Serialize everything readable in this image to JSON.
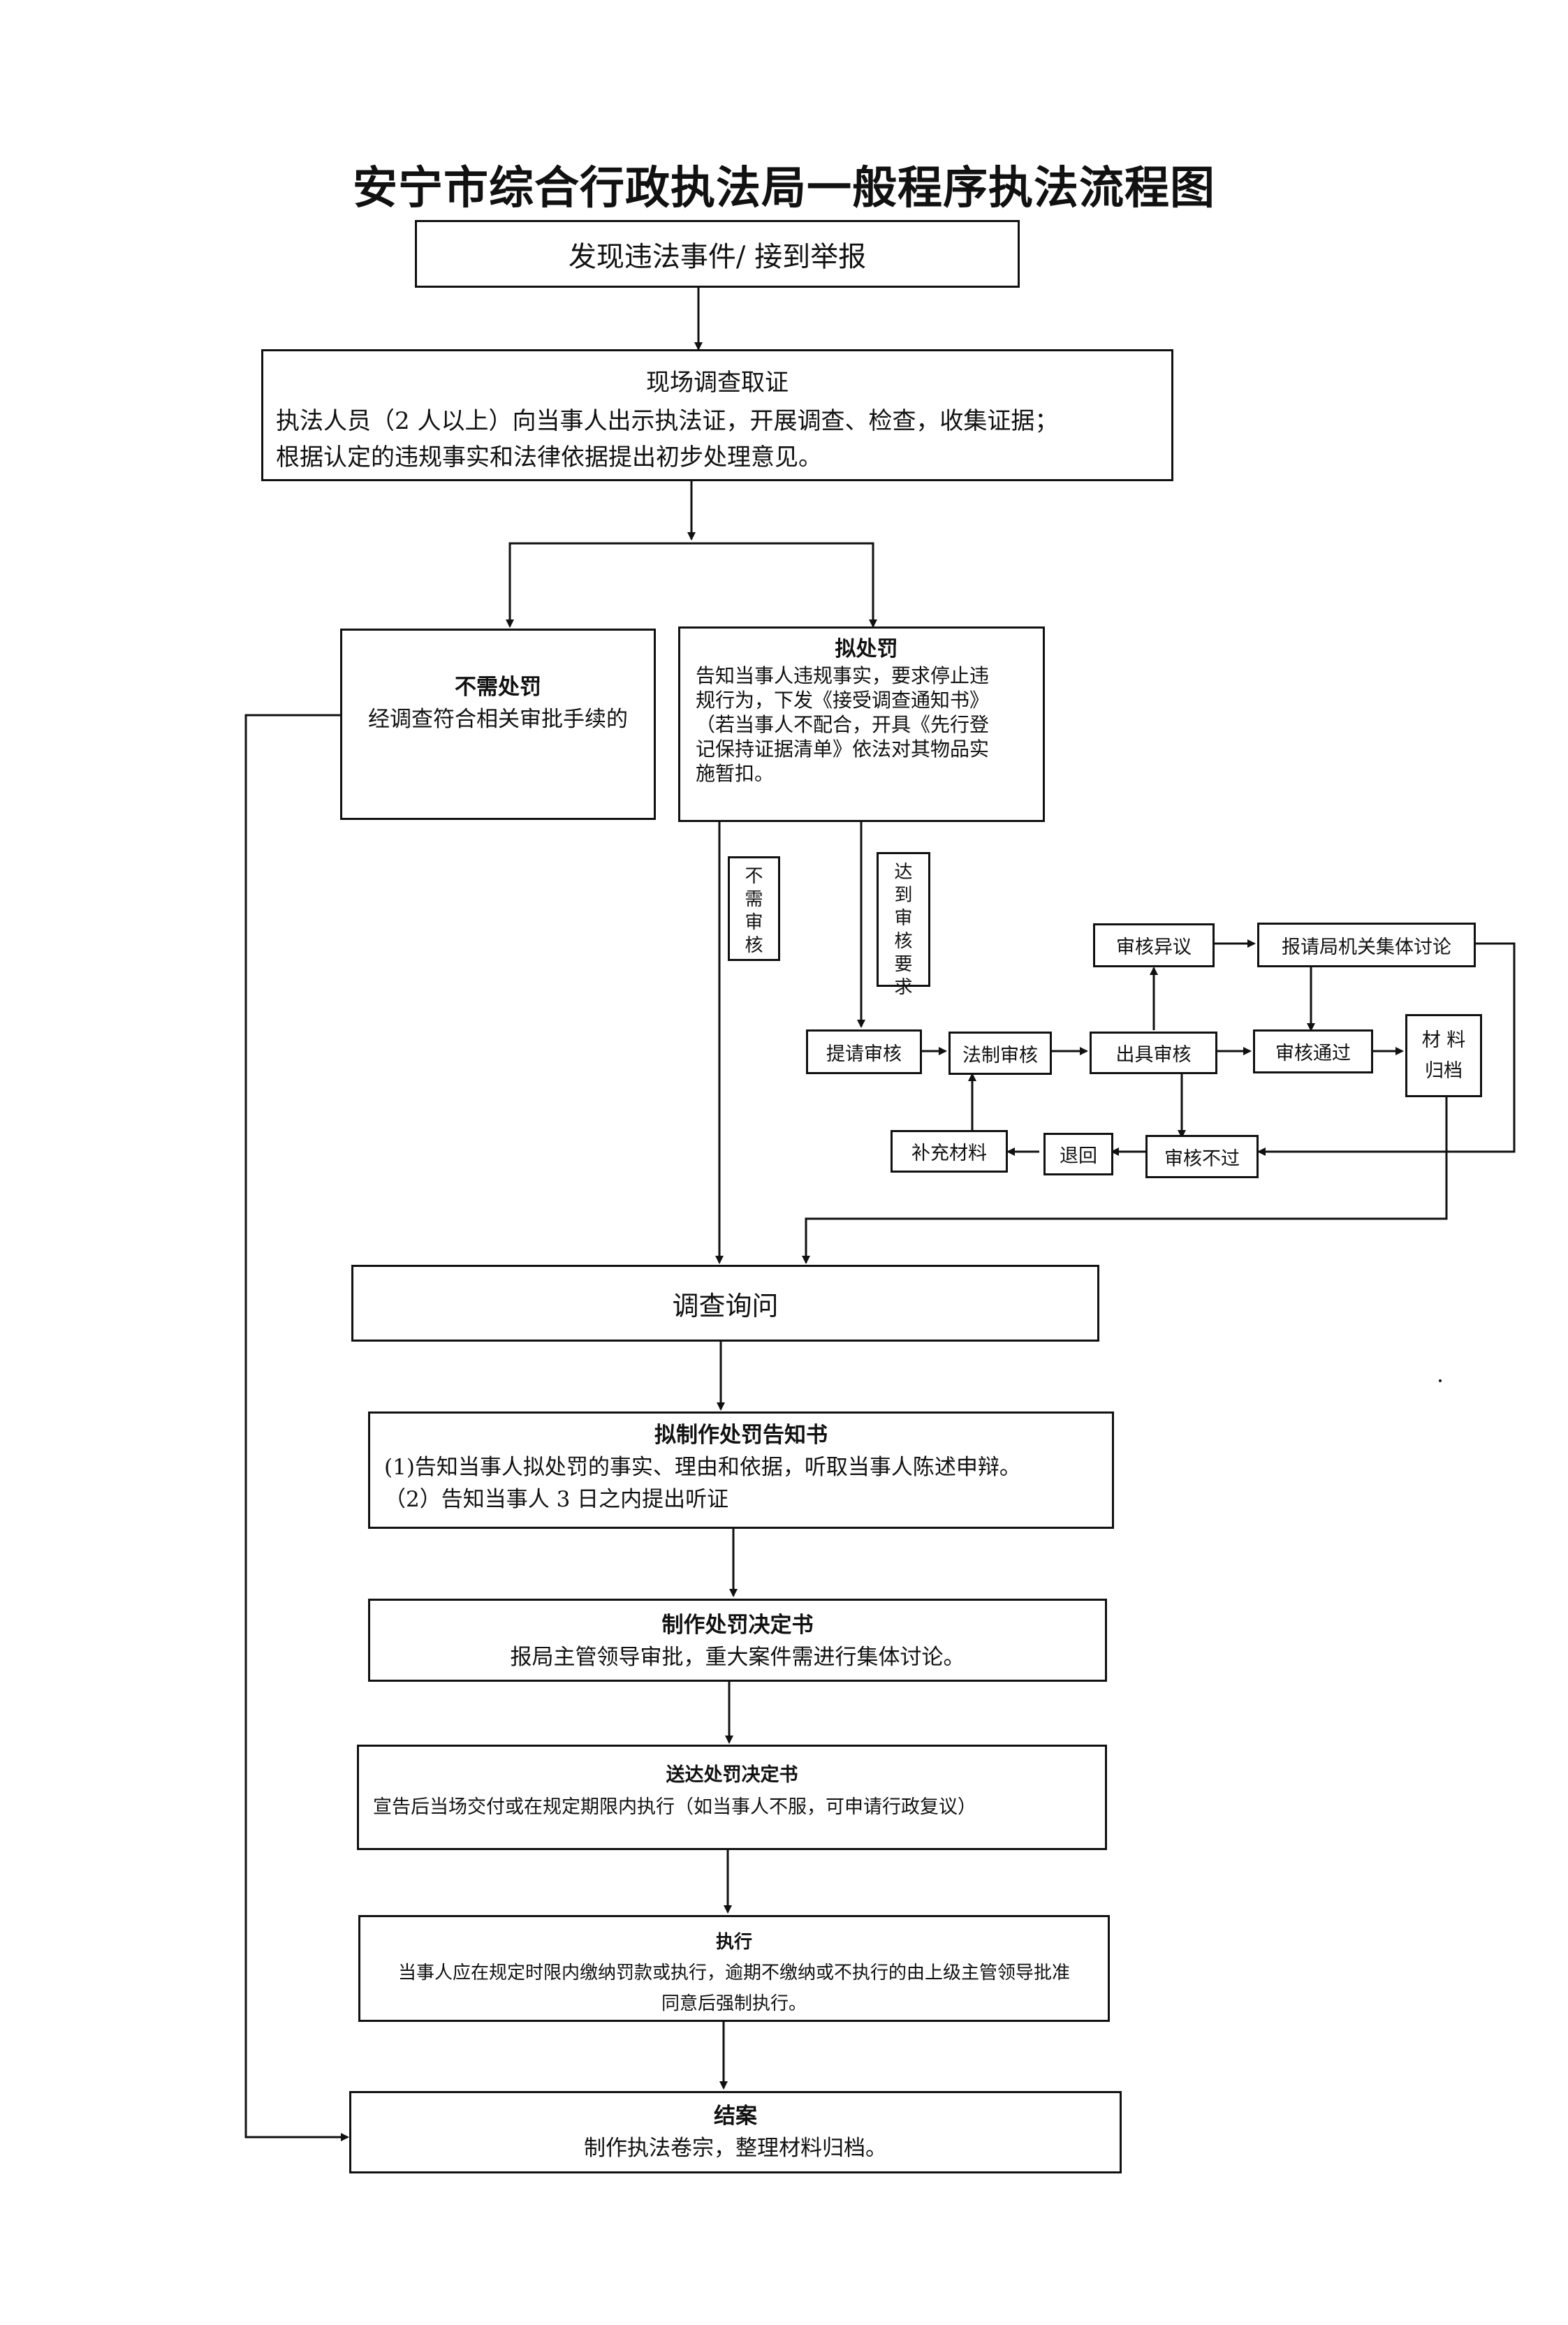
{
  "title": "安宁市综合行政执法局一般程序执法流程图",
  "start": {
    "label": "发现违法事件/ 接到举报"
  },
  "investigation": {
    "heading": "现场调查取证",
    "line1": "执法人员（2 人以上）向当事人出示执法证，开展调查、检查，收集证据；",
    "line2": "根据认定的违规事实和法律依据提出初步处理意见。"
  },
  "no_penalty": {
    "heading": "不需处罚",
    "text": "经调查符合相关审批手续的"
  },
  "proposed_penalty": {
    "heading": "拟处罚",
    "lines": [
      "告知当事人违规事实，要求停止违",
      "规行为，下发《接受调查通知书》",
      "（若当事人不配合，开具《先行登",
      "记保持证据清单》依法对其物品实",
      "施暂扣。"
    ]
  },
  "branch_labels": {
    "no_review": "不需审核",
    "meets_review": "达到审核要求"
  },
  "review": {
    "submit": "提请审核",
    "legal": "法制审核",
    "issue": "出具审核",
    "passed": "审核通过",
    "archive": "材 料 归档",
    "objection": "审核异议",
    "collective": "报请局机关集体讨论",
    "failed": "审核不过",
    "returned": "退回",
    "supplement": "补充材料"
  },
  "inquiry": {
    "label": "调查询问"
  },
  "notice": {
    "heading": "拟制作处罚告知书",
    "line1": "(1)告知当事人拟处罚的事实、理由和依据，听取当事人陈述申辩。",
    "line2": "（2）告知当事人 3 日之内提出听证"
  },
  "decision": {
    "heading": "制作处罚决定书",
    "text": "报局主管领导审批，重大案件需进行集体讨论。"
  },
  "deliver": {
    "heading": "送达处罚决定书",
    "text": "宣告后当场交付或在规定期限内执行（如当事人不服，可申请行政复议）"
  },
  "execute": {
    "heading": "执行",
    "line1": "当事人应在规定时限内缴纳罚款或执行，逾期不缴纳或不执行的由上级主管领导批准",
    "line2": "同意后强制执行。"
  },
  "close": {
    "heading": "结案",
    "text": "制作执法卷宗，整理材料归档。"
  }
}
